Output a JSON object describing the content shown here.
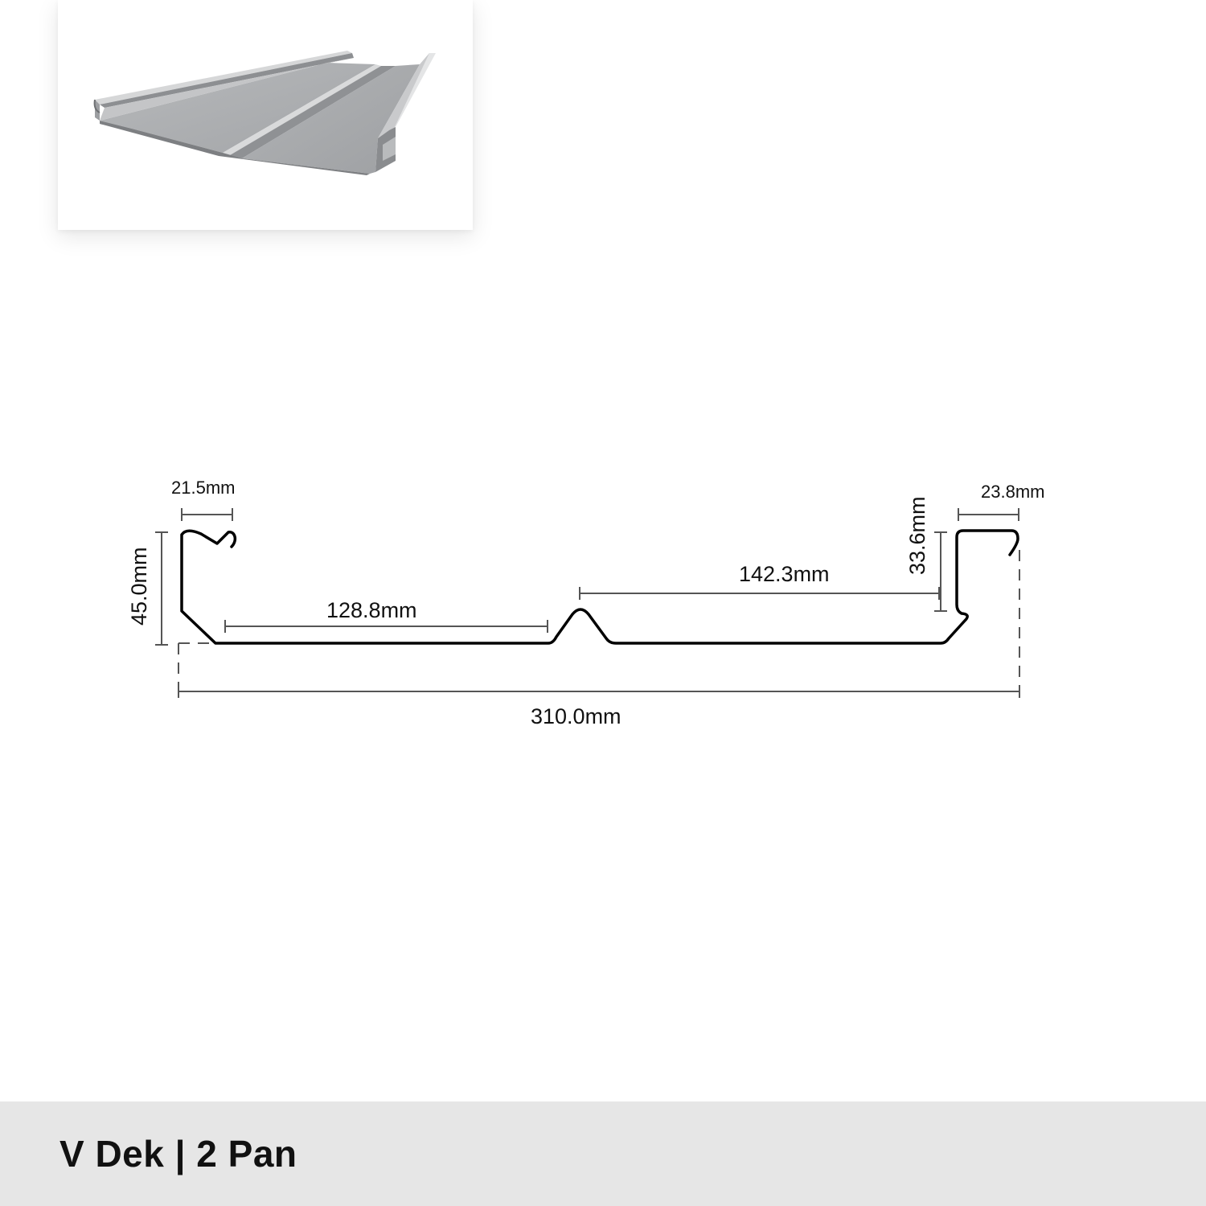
{
  "product": {
    "title": "V Dek | 2 Pan",
    "image_icon": "roof-panel-render"
  },
  "profile": {
    "dimensions": {
      "left_seam_width": "21.5mm",
      "right_seam_width": "23.8mm",
      "overall_height": "45.0mm",
      "right_rib_height": "33.6mm",
      "left_pan_width": "128.8mm",
      "right_pan_width": "142.3mm",
      "cover_width": "310.0mm"
    }
  },
  "colors": {
    "profile_line": "#000000",
    "dimension_line": "#555555",
    "footer_background": "#e6e6e6",
    "panel_render": "#a9abad"
  }
}
